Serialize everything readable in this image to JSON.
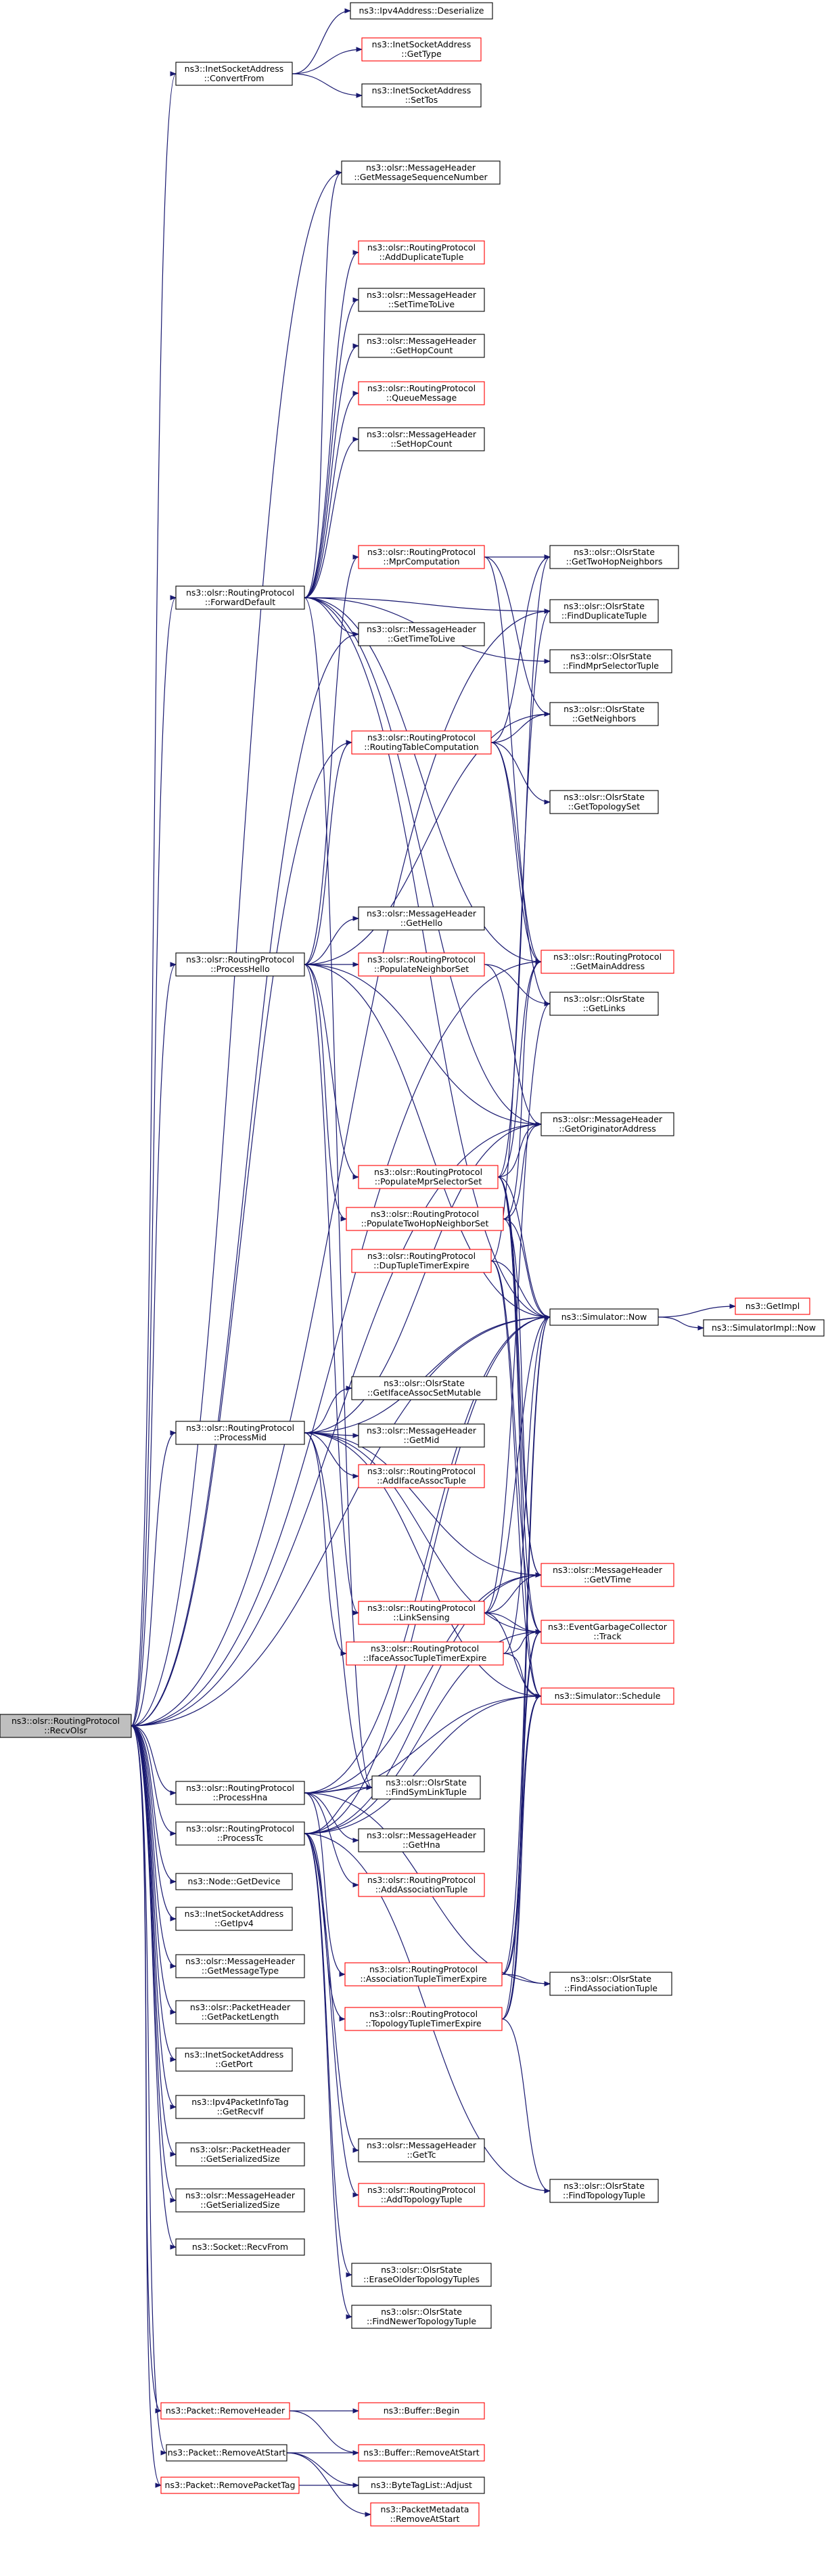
{
  "colors": {
    "edge": "#191970",
    "box_border": "#000000",
    "box_border_undocumented": "#ff0000",
    "root_fill": "#bfbfbf",
    "background": "#ffffff"
  },
  "nodes": [
    {
      "id": "recv",
      "lines": [
        "ns3::olsr::RoutingProtocol",
        "::RecvOlsr"
      ],
      "style": "root"
    },
    {
      "id": "ipv4deser",
      "lines": [
        "ns3::Ipv4Address::Deserialize"
      ],
      "style": "black"
    },
    {
      "id": "convertfrom",
      "lines": [
        "ns3::InetSocketAddress",
        "::ConvertFrom"
      ],
      "style": "black"
    },
    {
      "id": "gettype",
      "lines": [
        "ns3::InetSocketAddress",
        "::GetType"
      ],
      "style": "red"
    },
    {
      "id": "settos",
      "lines": [
        "ns3::InetSocketAddress",
        "::SetTos"
      ],
      "style": "black"
    },
    {
      "id": "getmsgseq",
      "lines": [
        "ns3::olsr::MessageHeader",
        "::GetMessageSequenceNumber"
      ],
      "style": "black"
    },
    {
      "id": "adddup",
      "lines": [
        "ns3::olsr::RoutingProtocol",
        "::AddDuplicateTuple"
      ],
      "style": "red"
    },
    {
      "id": "setttl",
      "lines": [
        "ns3::olsr::MessageHeader",
        "::SetTimeToLive"
      ],
      "style": "black"
    },
    {
      "id": "gethop",
      "lines": [
        "ns3::olsr::MessageHeader",
        "::GetHopCount"
      ],
      "style": "black"
    },
    {
      "id": "queuemsg",
      "lines": [
        "ns3::olsr::RoutingProtocol",
        "::QueueMessage"
      ],
      "style": "red"
    },
    {
      "id": "sethop",
      "lines": [
        "ns3::olsr::MessageHeader",
        "::SetHopCount"
      ],
      "style": "black"
    },
    {
      "id": "mprcomp",
      "lines": [
        "ns3::olsr::RoutingProtocol",
        "::MprComputation"
      ],
      "style": "red"
    },
    {
      "id": "gettwohop",
      "lines": [
        "ns3::olsr::OlsrState",
        "::GetTwoHopNeighbors"
      ],
      "style": "black"
    },
    {
      "id": "fwddefault",
      "lines": [
        "ns3::olsr::RoutingProtocol",
        "::ForwardDefault"
      ],
      "style": "black"
    },
    {
      "id": "finddup",
      "lines": [
        "ns3::olsr::OlsrState",
        "::FindDuplicateTuple"
      ],
      "style": "black"
    },
    {
      "id": "getttl",
      "lines": [
        "ns3::olsr::MessageHeader",
        "::GetTimeToLive"
      ],
      "style": "black"
    },
    {
      "id": "findmprsel",
      "lines": [
        "ns3::olsr::OlsrState",
        "::FindMprSelectorTuple"
      ],
      "style": "black"
    },
    {
      "id": "getneigh",
      "lines": [
        "ns3::olsr::OlsrState",
        "::GetNeighbors"
      ],
      "style": "black"
    },
    {
      "id": "rtcomp",
      "lines": [
        "ns3::olsr::RoutingProtocol",
        "::RoutingTableComputation"
      ],
      "style": "red"
    },
    {
      "id": "gettopo",
      "lines": [
        "ns3::olsr::OlsrState",
        "::GetTopologySet"
      ],
      "style": "black"
    },
    {
      "id": "gethello",
      "lines": [
        "ns3::olsr::MessageHeader",
        "::GetHello"
      ],
      "style": "black"
    },
    {
      "id": "processhello",
      "lines": [
        "ns3::olsr::RoutingProtocol",
        "::ProcessHello"
      ],
      "style": "black"
    },
    {
      "id": "popneigh",
      "lines": [
        "ns3::olsr::RoutingProtocol",
        "::PopulateNeighborSet"
      ],
      "style": "red"
    },
    {
      "id": "getmainaddr",
      "lines": [
        "ns3::olsr::RoutingProtocol",
        "::GetMainAddress"
      ],
      "style": "red"
    },
    {
      "id": "getlinks",
      "lines": [
        "ns3::olsr::OlsrState",
        "::GetLinks"
      ],
      "style": "black"
    },
    {
      "id": "getorig",
      "lines": [
        "ns3::olsr::MessageHeader",
        "::GetOriginatorAddress"
      ],
      "style": "black"
    },
    {
      "id": "popmprsel",
      "lines": [
        "ns3::olsr::RoutingProtocol",
        "::PopulateMprSelectorSet"
      ],
      "style": "red"
    },
    {
      "id": "poptwohop",
      "lines": [
        "ns3::olsr::RoutingProtocol",
        "::PopulateTwoHopNeighborSet"
      ],
      "style": "red"
    },
    {
      "id": "duptimer",
      "lines": [
        "ns3::olsr::RoutingProtocol",
        "::DupTupleTimerExpire"
      ],
      "style": "red"
    },
    {
      "id": "simnow",
      "lines": [
        "ns3::Simulator::Now"
      ],
      "style": "black"
    },
    {
      "id": "getimpl",
      "lines": [
        "ns3::GetImpl"
      ],
      "style": "red"
    },
    {
      "id": "simimplnow",
      "lines": [
        "ns3::SimulatorImpl::Now"
      ],
      "style": "black"
    },
    {
      "id": "getifacemut",
      "lines": [
        "ns3::olsr::OlsrState",
        "::GetIfaceAssocSetMutable"
      ],
      "style": "black"
    },
    {
      "id": "processmid",
      "lines": [
        "ns3::olsr::RoutingProtocol",
        "::ProcessMid"
      ],
      "style": "black"
    },
    {
      "id": "getmid",
      "lines": [
        "ns3::olsr::MessageHeader",
        "::GetMid"
      ],
      "style": "black"
    },
    {
      "id": "addiface",
      "lines": [
        "ns3::olsr::RoutingProtocol",
        "::AddIfaceAssocTuple"
      ],
      "style": "red"
    },
    {
      "id": "getvtime",
      "lines": [
        "ns3::olsr::MessageHeader",
        "::GetVTime"
      ],
      "style": "red"
    },
    {
      "id": "linksensing",
      "lines": [
        "ns3::olsr::RoutingProtocol",
        "::LinkSensing"
      ],
      "style": "red"
    },
    {
      "id": "egctrack",
      "lines": [
        "ns3::EventGarbageCollector",
        "::Track"
      ],
      "style": "red"
    },
    {
      "id": "ifacetimer",
      "lines": [
        "ns3::olsr::RoutingProtocol",
        "::IfaceAssocTupleTimerExpire"
      ],
      "style": "red"
    },
    {
      "id": "simsched",
      "lines": [
        "ns3::Simulator::Schedule"
      ],
      "style": "red"
    },
    {
      "id": "processhna",
      "lines": [
        "ns3::olsr::RoutingProtocol",
        "::ProcessHna"
      ],
      "style": "black"
    },
    {
      "id": "findsym",
      "lines": [
        "ns3::olsr::OlsrState",
        "::FindSymLinkTuple"
      ],
      "style": "black"
    },
    {
      "id": "processtc",
      "lines": [
        "ns3::olsr::RoutingProtocol",
        "::ProcessTc"
      ],
      "style": "black"
    },
    {
      "id": "gethna",
      "lines": [
        "ns3::olsr::MessageHeader",
        "::GetHna"
      ],
      "style": "black"
    },
    {
      "id": "getdevice",
      "lines": [
        "ns3::Node::GetDevice"
      ],
      "style": "black"
    },
    {
      "id": "addassoc",
      "lines": [
        "ns3::olsr::RoutingProtocol",
        "::AddAssociationTuple"
      ],
      "style": "red"
    },
    {
      "id": "getipv4",
      "lines": [
        "ns3::InetSocketAddress",
        "::GetIpv4"
      ],
      "style": "black"
    },
    {
      "id": "getmsgtype",
      "lines": [
        "ns3::olsr::MessageHeader",
        "::GetMessageType"
      ],
      "style": "black"
    },
    {
      "id": "assoctimer",
      "lines": [
        "ns3::olsr::RoutingProtocol",
        "::AssociationTupleTimerExpire"
      ],
      "style": "red"
    },
    {
      "id": "findassoc",
      "lines": [
        "ns3::olsr::OlsrState",
        "::FindAssociationTuple"
      ],
      "style": "black"
    },
    {
      "id": "getpktlen",
      "lines": [
        "ns3::olsr::PacketHeader",
        "::GetPacketLength"
      ],
      "style": "black"
    },
    {
      "id": "toptimer",
      "lines": [
        "ns3::olsr::RoutingProtocol",
        "::TopologyTupleTimerExpire"
      ],
      "style": "red"
    },
    {
      "id": "getport",
      "lines": [
        "ns3::InetSocketAddress",
        "::GetPort"
      ],
      "style": "black"
    },
    {
      "id": "getrecvif",
      "lines": [
        "ns3::Ipv4PacketInfoTag",
        "::GetRecvIf"
      ],
      "style": "black"
    },
    {
      "id": "pkthdrsize",
      "lines": [
        "ns3::olsr::PacketHeader",
        "::GetSerializedSize"
      ],
      "style": "black"
    },
    {
      "id": "gettc",
      "lines": [
        "ns3::olsr::MessageHeader",
        "::GetTc"
      ],
      "style": "black"
    },
    {
      "id": "findtopo",
      "lines": [
        "ns3::olsr::OlsrState",
        "::FindTopologyTuple"
      ],
      "style": "black"
    },
    {
      "id": "msghdrsize",
      "lines": [
        "ns3::olsr::MessageHeader",
        "::GetSerializedSize"
      ],
      "style": "black"
    },
    {
      "id": "addtopo",
      "lines": [
        "ns3::olsr::RoutingProtocol",
        "::AddTopologyTuple"
      ],
      "style": "red"
    },
    {
      "id": "recvfrom",
      "lines": [
        "ns3::Socket::RecvFrom"
      ],
      "style": "black"
    },
    {
      "id": "eraseolder",
      "lines": [
        "ns3::olsr::OlsrState",
        "::EraseOlderTopologyTuples"
      ],
      "style": "black"
    },
    {
      "id": "findnewer",
      "lines": [
        "ns3::olsr::OlsrState",
        "::FindNewerTopologyTuple"
      ],
      "style": "black"
    },
    {
      "id": "removehdr",
      "lines": [
        "ns3::Packet::RemoveHeader"
      ],
      "style": "red"
    },
    {
      "id": "bufbegin",
      "lines": [
        "ns3::Buffer::Begin"
      ],
      "style": "red"
    },
    {
      "id": "removeatstart",
      "lines": [
        "ns3::Packet::RemoveAtStart"
      ],
      "style": "black"
    },
    {
      "id": "bufremove",
      "lines": [
        "ns3::Buffer::RemoveAtStart"
      ],
      "style": "red"
    },
    {
      "id": "removetag",
      "lines": [
        "ns3::Packet::RemovePacketTag"
      ],
      "style": "red"
    },
    {
      "id": "bytetag",
      "lines": [
        "ns3::ByteTagList::Adjust"
      ],
      "style": "black"
    },
    {
      "id": "pktmeta",
      "lines": [
        "ns3::PacketMetadata",
        "::RemoveAtStart"
      ],
      "style": "red"
    }
  ]
}
